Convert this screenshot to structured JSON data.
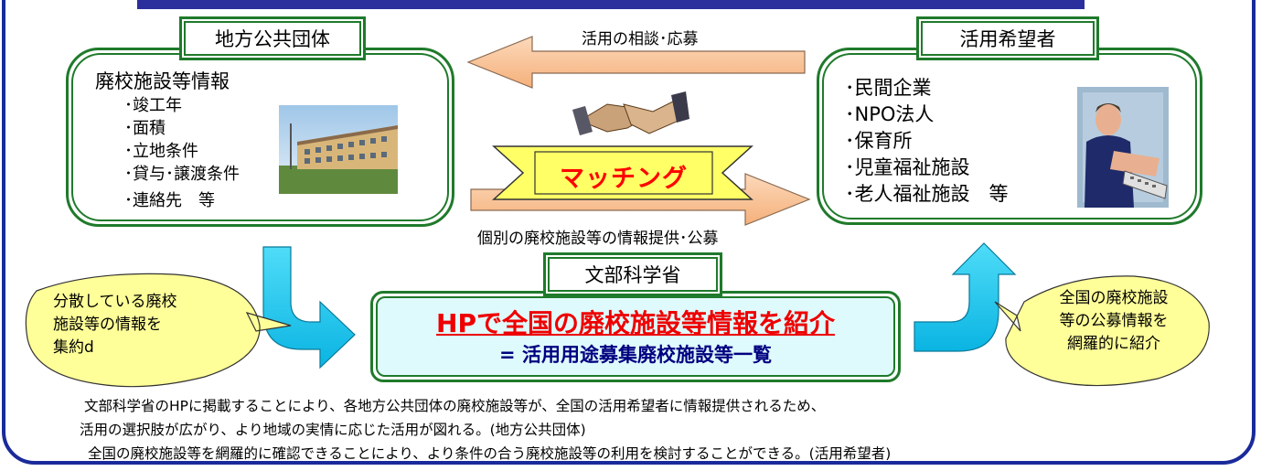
{
  "left_box": {
    "title": "地方公共団体",
    "heading": "廃校施設等情報",
    "items": [
      "･竣工年",
      "･面積",
      "･立地条件",
      "･貸与･譲渡条件",
      "･連絡先　等"
    ]
  },
  "right_box": {
    "title": "活用希望者",
    "items": [
      "･民間企業",
      "･NPO法人",
      "･保育所",
      "･児童福祉施設",
      "･老人福祉施設　等"
    ]
  },
  "arrows": {
    "top_label": "活用の相談･応募",
    "bottom_label": "個別の廃校施設等の情報提供･公募"
  },
  "matching": "マッチング",
  "ministry": {
    "tag": "文部科学省",
    "title": "HPで全国の廃校施設等情報を紹介",
    "subtitle": "= 活用用途募集廃校施設等一覧"
  },
  "bubbles": {
    "left": [
      "分散している廃校",
      "施設等の情報を",
      "集約d"
    ],
    "right": [
      "全国の廃校施設",
      "等の公募情報を",
      "網羅的に紹介"
    ]
  },
  "footer": [
    "文部科学省のHPに掲載することにより、各地方公共団体の廃校施設等が、全国の活用希望者に情報提供されるため、",
    "活用の選択肢が広がり、より地域の実情に応じた活用が図れる。(地方公共団体)",
    "全国の廃校施設等を網羅的に確認できることにより、より条件の合う廃校施設等の利用を検討することができる。(活用希望者)"
  ],
  "colors": {
    "frame": "#1a2a9a",
    "box_border": "#1f7a2b",
    "arrow_orange": "#f9c59a",
    "arrow_cyan": "#1ec8ee",
    "bubble": "#ffff99",
    "ribbon": "#ffff66",
    "highlight_red": "#ee0000",
    "ministry_fill": "#dffafc"
  }
}
